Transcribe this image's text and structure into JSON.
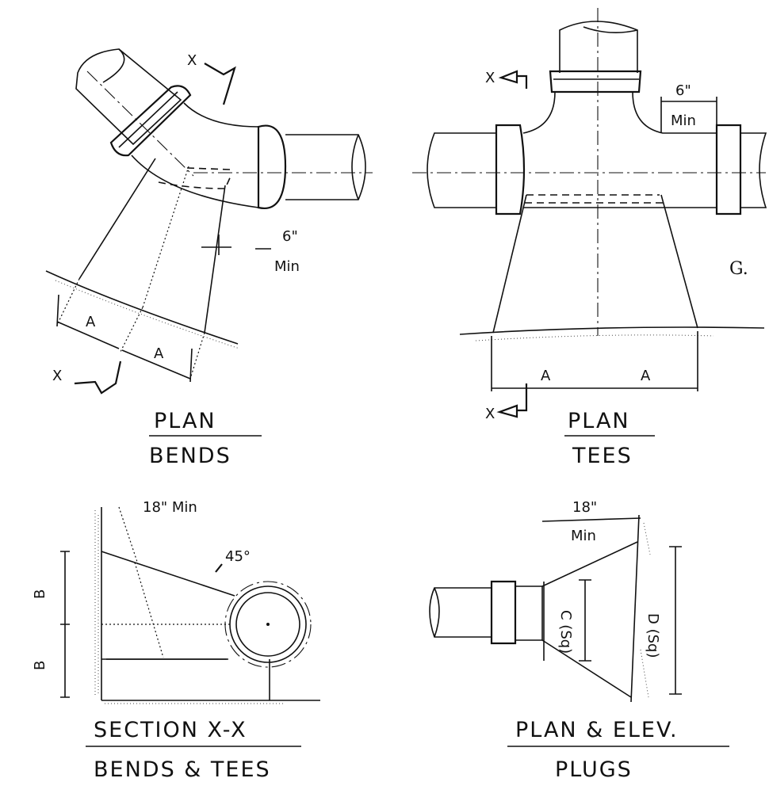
{
  "views": {
    "plan_bends": {
      "title": "PLAN",
      "subtitle": "BENDS",
      "section_marker": "X",
      "dim_a": "A",
      "clearance_value": "6\"",
      "clearance_unit": "Min"
    },
    "plan_tees": {
      "title": "PLAN",
      "subtitle": "TEES",
      "section_marker": "X",
      "dim_a": "A",
      "clearance_value": "6\"",
      "clearance_unit": "Min",
      "side_note": "G."
    },
    "section_xx": {
      "title": "SECTION X-X",
      "subtitle": "BENDS & TEES",
      "top_dim": "18\" Min",
      "angle": "45°",
      "dim_b": "B"
    },
    "plugs": {
      "title": "PLAN & ELEV.",
      "subtitle": "PLUGS",
      "top_dim_value": "18\"",
      "top_dim_unit": "Min",
      "dim_c": "C (Sq)",
      "dim_d": "D (Sq)"
    }
  }
}
